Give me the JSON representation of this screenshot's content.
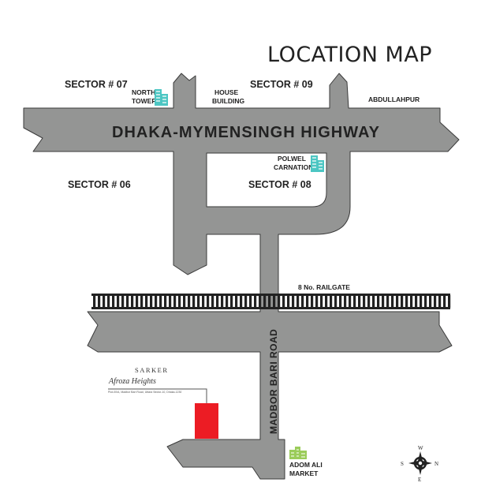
{
  "title": "LOCATION MAP",
  "highway": "DHAKA-MYMENSINGH HIGHWAY",
  "road": "MADBOR BARI ROAD",
  "railgate": "8 No. RAILGATE",
  "sectors": {
    "s07": "SECTOR # 07",
    "s09": "SECTOR # 09",
    "s06": "SECTOR # 06",
    "s08": "SECTOR # 08"
  },
  "landmarks": {
    "north_tower": [
      "NORTH",
      "TOWER"
    ],
    "house_building": [
      "HOUSE",
      "BUILDING"
    ],
    "abdullahpur": "ABDULLAHPUR",
    "polwel": [
      "POLWEL",
      "CARNATION"
    ],
    "adom_ali": [
      "ADOM ALI",
      "MARKET"
    ]
  },
  "project": {
    "brand": "SARKER",
    "name": "Afroza Heights",
    "address": "Plot-00/A, Madbor Bari Road, Uttara Sector-10, Dhaka-1230"
  },
  "compass": {
    "n": "N",
    "s": "S",
    "e": "E",
    "w": "W"
  },
  "colors": {
    "road": "#949594",
    "outline": "#3a3a3a",
    "project": "#ec1c24",
    "building_teal": "#4cc6c3",
    "building_green": "#9bcc5a",
    "text": "#222222"
  }
}
